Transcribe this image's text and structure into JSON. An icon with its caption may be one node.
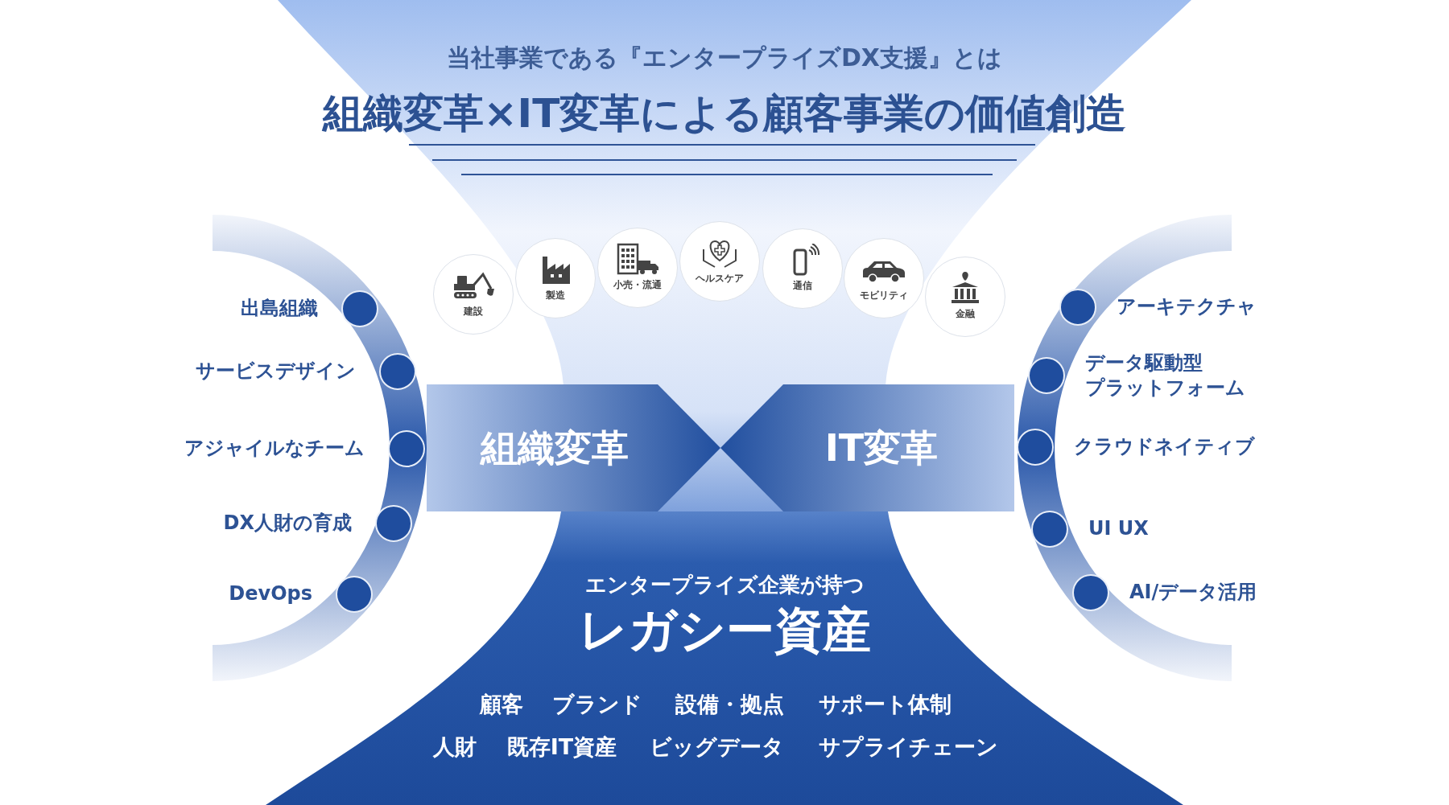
{
  "diagram": {
    "title": "組織変革×IT変革による顧客事業の価値創造",
    "nodes": [
      {
        "text": [
          "建設"
        ]
      },
      {
        "text": [
          "製造"
        ]
      },
      {
        "text": [
          "小売・流通"
        ]
      },
      {
        "text": [
          "ヘルスケア"
        ]
      },
      {
        "text": [
          "通信"
        ]
      },
      {
        "text": [
          "モビリティ"
        ]
      },
      {
        "text": [
          "金融"
        ]
      },
      {
        "text": [],
        "shape": "circle",
        "beside": [
          "出島組織"
        ]
      },
      {
        "text": [],
        "shape": "circle",
        "beside": [
          "サービスデザイン"
        ]
      },
      {
        "text": [],
        "shape": "circle",
        "beside": [
          "アジャイルなチーム"
        ]
      },
      {
        "text": [],
        "shape": "circle",
        "beside": [
          "DX人財の育成"
        ]
      },
      {
        "text": [],
        "shape": "circle",
        "beside": [
          "DevOps"
        ]
      },
      {
        "text": [
          "組織変革"
        ]
      },
      {
        "text": [
          "IT変革"
        ]
      },
      {
        "text": [],
        "shape": "circle",
        "beside": [
          "アーキテクチャ"
        ]
      },
      {
        "text": [],
        "shape": "circle",
        "beside": [
          "データ駆動型プラットフォーム"
        ]
      },
      {
        "text": [],
        "shape": "circle",
        "beside": [
          "クラウドネイティブ"
        ]
      },
      {
        "text": [],
        "shape": "circle",
        "beside": [
          "UI UX"
        ]
      },
      {
        "text": [],
        "shape": "circle",
        "beside": [
          "AI/データ活用"
        ]
      },
      {
        "text": [
          "エンタープライズ企業が持つ",
          "レガシー資産"
        ]
      }
    ],
    "labels": [
      "当社事業である『エンタープライズDX支援』とは",
      "顧客",
      "ブランド",
      "設備・拠点",
      "サポート体制",
      "人財",
      "既存IT資産",
      "ビッグデータ",
      "サプライチェーン"
    ]
  }
}
